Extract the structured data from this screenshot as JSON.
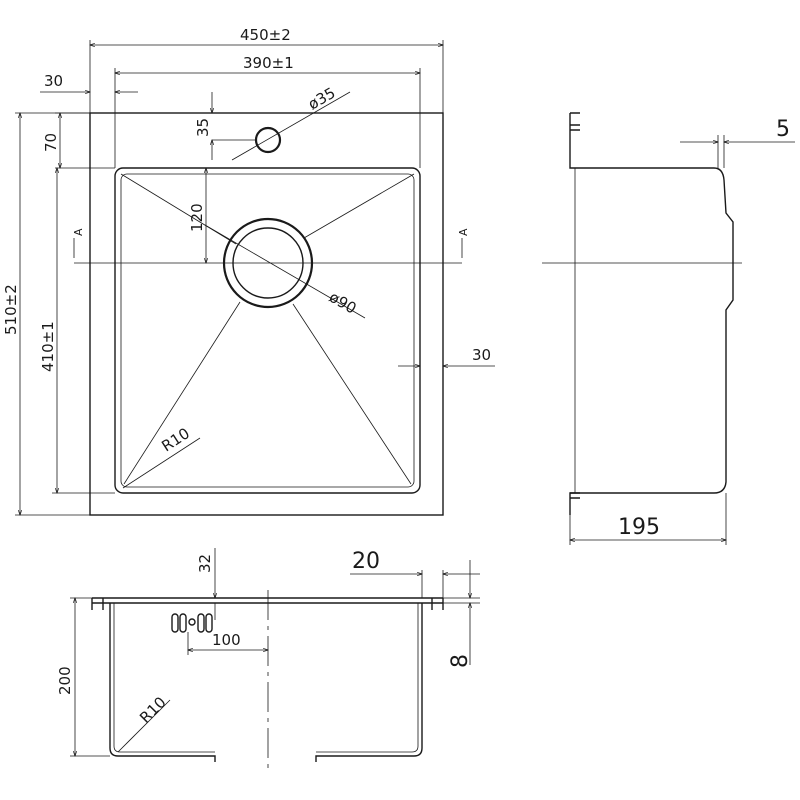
{
  "top_view": {
    "overall_width": "450±2",
    "bowl_width": "390±1",
    "rim_offset": "30",
    "rim_top": "70",
    "tap_offset": "35",
    "tap_hole": "ø35",
    "drain_distance": "120",
    "drain_diameter": "ø90",
    "overall_height": "510±2",
    "bowl_height": "410±1",
    "right_rim": "30",
    "corner_radius": "R10",
    "section_mark_left": "A",
    "section_mark_right": "A"
  },
  "side_view": {
    "flange": "5",
    "depth": "195"
  },
  "front_view": {
    "rim_drop": "32",
    "flange_width": "20",
    "bowl_depth": "200",
    "overflow_distance": "100",
    "flange_thickness": "8",
    "corner_radius": "R10"
  }
}
